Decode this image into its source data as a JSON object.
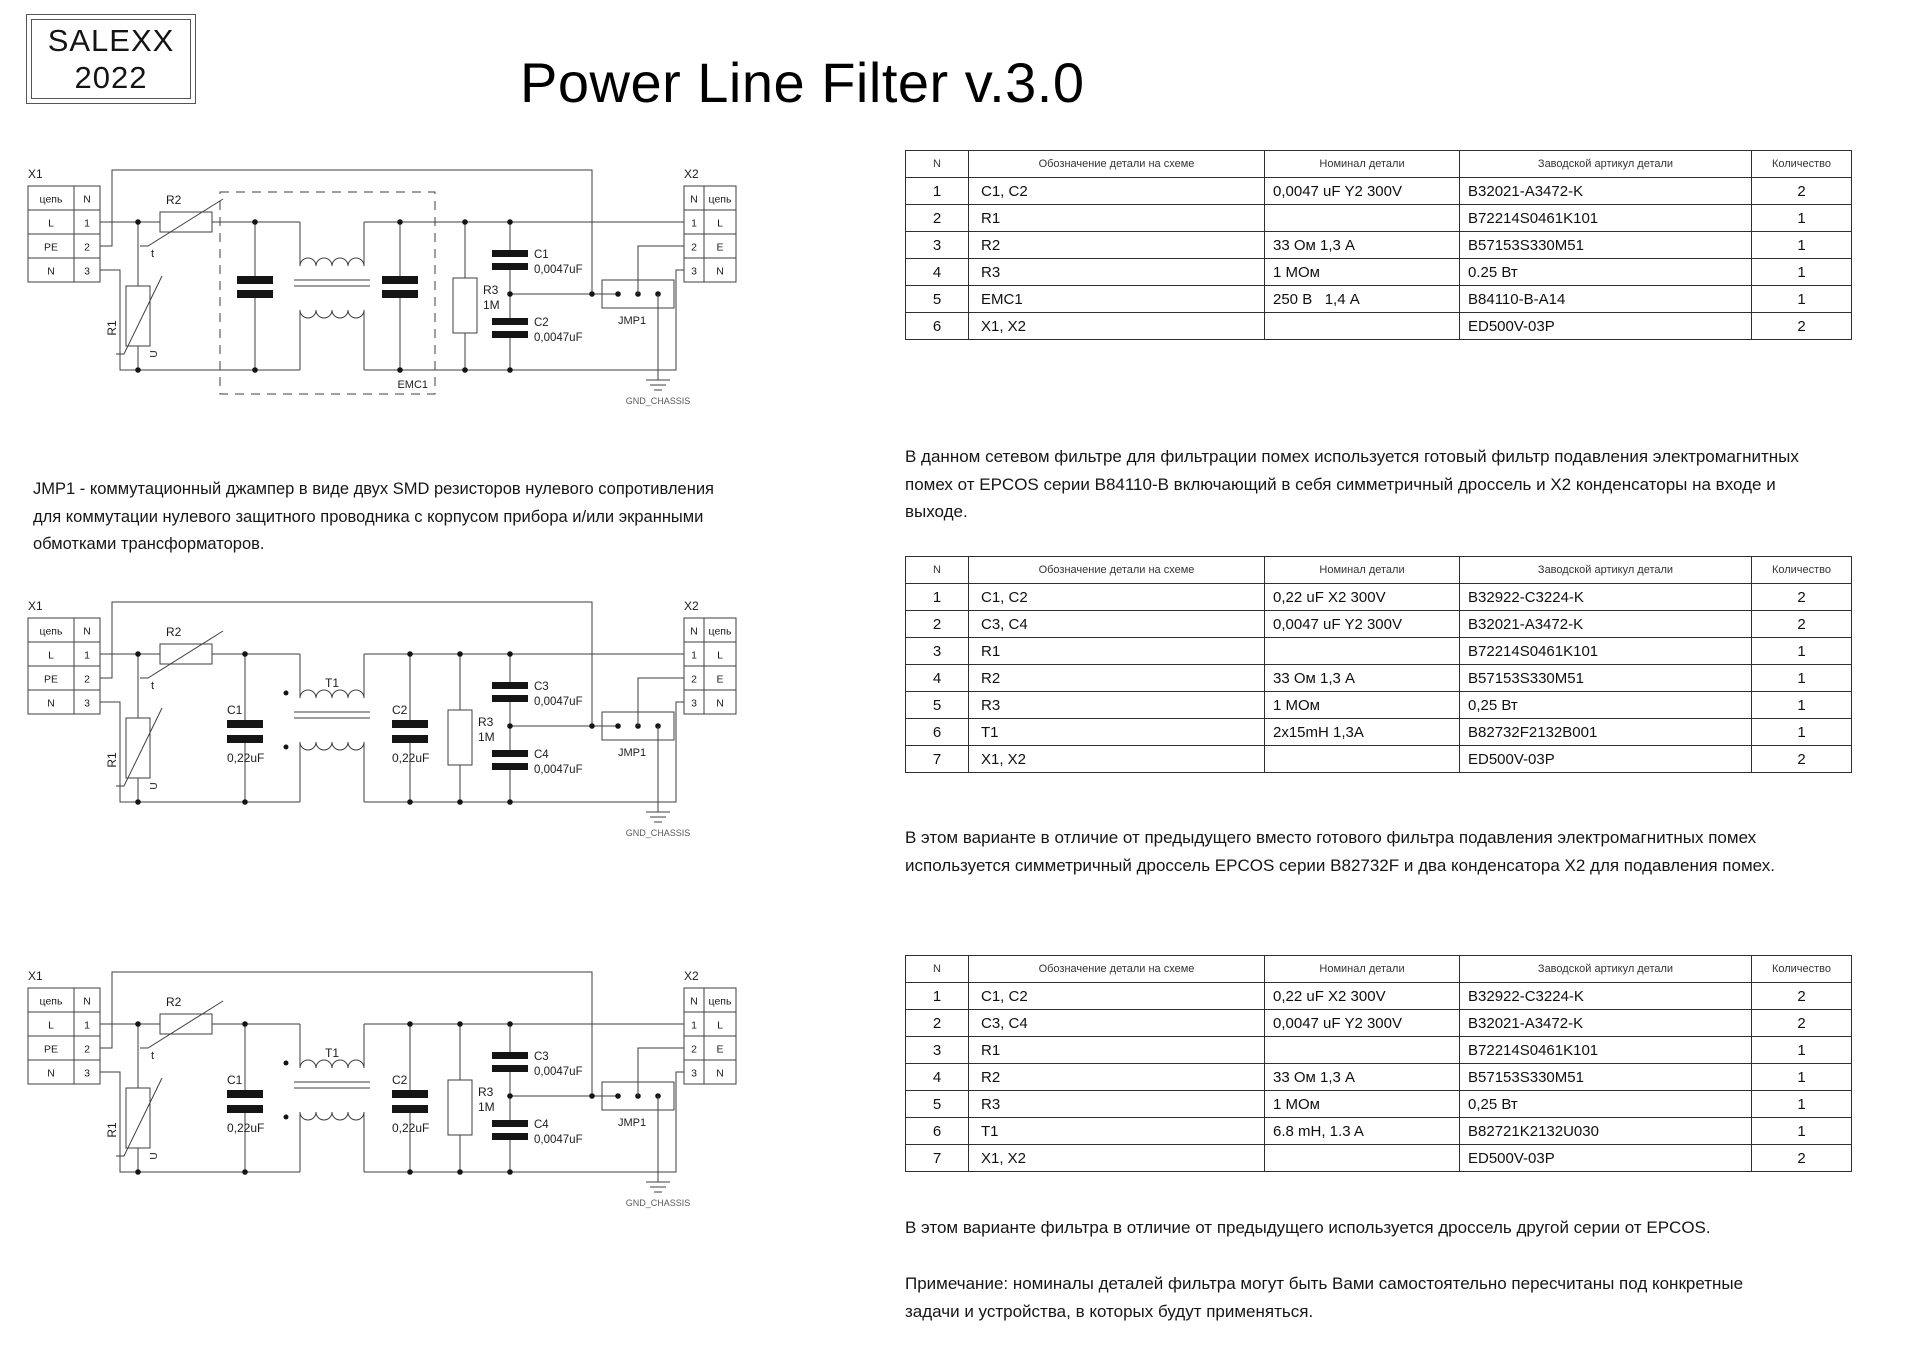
{
  "logo": {
    "line1": "SALEXX",
    "line2": "2022"
  },
  "title": "Power Line Filter v.3.0",
  "jmp1_note": "JMP1 - коммутационный джампер в виде двух SMD резисторов нулевого сопротивления\nдля коммутации нулевого защитного проводника с корпусом прибора и/или экранными\n обмотками трансформаторов.",
  "footnote": "Примечание: номиналы деталей фильтра могут быть Вами самостоятельно пересчитаны под конкретные\nзадачи и устройства, в которых будут применяться.",
  "connector_labels": {
    "x1": "X1",
    "x2": "X2",
    "circuit": "цепь",
    "pin": "N",
    "x1_rows": [
      [
        "L",
        "1"
      ],
      [
        "PE",
        "2"
      ],
      [
        "N",
        "3"
      ]
    ],
    "x2_rows": [
      [
        "1",
        "L"
      ],
      [
        "2",
        "E"
      ],
      [
        "3",
        "N"
      ]
    ]
  },
  "schematics": [
    {
      "type": "emc",
      "r2": "R2",
      "r2_sym": "t",
      "r1": "R1",
      "r1_sym": "U",
      "emc_box": "EMC1",
      "r3": "R3",
      "r3_val": "1M",
      "cy_top": "C1",
      "cy_top_val": "0,0047uF",
      "cy_bot": "C2",
      "cy_bot_val": "0,0047uF",
      "jmp": "JMP1",
      "gnd": "GND_CHASSIS"
    },
    {
      "type": "choke",
      "r2": "R2",
      "r2_sym": "t",
      "r1": "R1",
      "r1_sym": "U",
      "cx1": "C1",
      "cx1_val": "0,22uF",
      "t1": "T1",
      "cx2": "C2",
      "cx2_val": "0,22uF",
      "r3": "R3",
      "r3_val": "1M",
      "cy_top": "C3",
      "cy_top_val": "0,0047uF",
      "cy_bot": "C4",
      "cy_bot_val": "0,0047uF",
      "jmp": "JMP1",
      "gnd": "GND_CHASSIS"
    },
    {
      "type": "choke",
      "r2": "R2",
      "r2_sym": "t",
      "r1": "R1",
      "r1_sym": "U",
      "cx1": "C1",
      "cx1_val": "0,22uF",
      "t1": "T1",
      "cx2": "C2",
      "cx2_val": "0,22uF",
      "r3": "R3",
      "r3_val": "1M",
      "cy_top": "C3",
      "cy_top_val": "0,0047uF",
      "cy_bot": "C4",
      "cy_bot_val": "0,0047uF",
      "jmp": "JMP1",
      "gnd": "GND_CHASSIS"
    }
  ],
  "tables": [
    {
      "headers": [
        "N",
        "Обозначение детали на схеме",
        "Номинал детали",
        "Заводской артикул детали",
        "Количество"
      ],
      "rows": [
        [
          "1",
          "C1, C2",
          "0,0047 uF Y2 300V",
          "B32021-A3472-K",
          "2"
        ],
        [
          "2",
          "R1",
          "",
          "B72214S0461K101",
          "1"
        ],
        [
          "3",
          "R2",
          "33 Ом 1,3 А",
          "B57153S330M51",
          "1"
        ],
        [
          "4",
          "R3",
          "1 МОм",
          "0.25 Вт",
          "1"
        ],
        [
          "5",
          "EMC1",
          "250 В   1,4 А",
          "B84110-B-A14",
          "1"
        ],
        [
          "6",
          "X1, X2",
          "",
          "ED500V-03P",
          "2"
        ]
      ],
      "caption": "В данном сетевом фильтре для фильтрации помех используется готовый фильтр подавления электромагнитных\nпомех от EPCOS серии B84110-B включающий в себя симметричный дроссель и Х2 конденсаторы на входе и\nвыходе."
    },
    {
      "headers": [
        "N",
        "Обозначение детали на схеме",
        "Номинал детали",
        "Заводской артикул детали",
        "Количество"
      ],
      "rows": [
        [
          "1",
          "C1, C2",
          "0,22 uF X2 300V",
          "B32922-C3224-K",
          "2"
        ],
        [
          "2",
          "C3, C4",
          "0,0047 uF Y2 300V",
          "B32021-A3472-K",
          "2"
        ],
        [
          "3",
          "R1",
          "",
          "B72214S0461K101",
          "1"
        ],
        [
          "4",
          "R2",
          "33 Ом 1,3 А",
          "B57153S330M51",
          "1"
        ],
        [
          "5",
          "R3",
          "1 МОм",
          "0,25 Вт",
          "1"
        ],
        [
          "6",
          "T1",
          "2x15mH 1,3A",
          "B82732F2132B001",
          "1"
        ],
        [
          "7",
          "X1, X2",
          "",
          "ED500V-03P",
          "2"
        ]
      ],
      "caption": "В этом варианте в отличие от предыдущего вместо готового фильтра подавления электромагнитных помех\nиспользуется симметричный дроссель EPCOS серии B82732F и два конденсатора Х2 для подавления помех."
    },
    {
      "headers": [
        "N",
        "Обозначение детали на схеме",
        "Номинал детали",
        "Заводской артикул детали",
        "Количество"
      ],
      "rows": [
        [
          "1",
          "C1, C2",
          "0,22 uF X2 300V",
          "B32922-C3224-K",
          "2"
        ],
        [
          "2",
          "C3, C4",
          "0,0047 uF Y2 300V",
          "B32021-A3472-K",
          "2"
        ],
        [
          "3",
          "R1",
          "",
          "B72214S0461K101",
          "1"
        ],
        [
          "4",
          "R2",
          "33 Ом 1,3 А",
          "B57153S330M51",
          "1"
        ],
        [
          "5",
          "R3",
          "1 МОм",
          "0,25 Вт",
          "1"
        ],
        [
          "6",
          "T1",
          "6.8 mH, 1.3 A",
          "B82721K2132U030",
          "1"
        ],
        [
          "7",
          "X1, X2",
          "",
          "ED500V-03P",
          "2"
        ]
      ],
      "caption": "В этом варианте фильтра в отличие от предыдущего используется дроссель другой серии от EPCOS."
    }
  ]
}
